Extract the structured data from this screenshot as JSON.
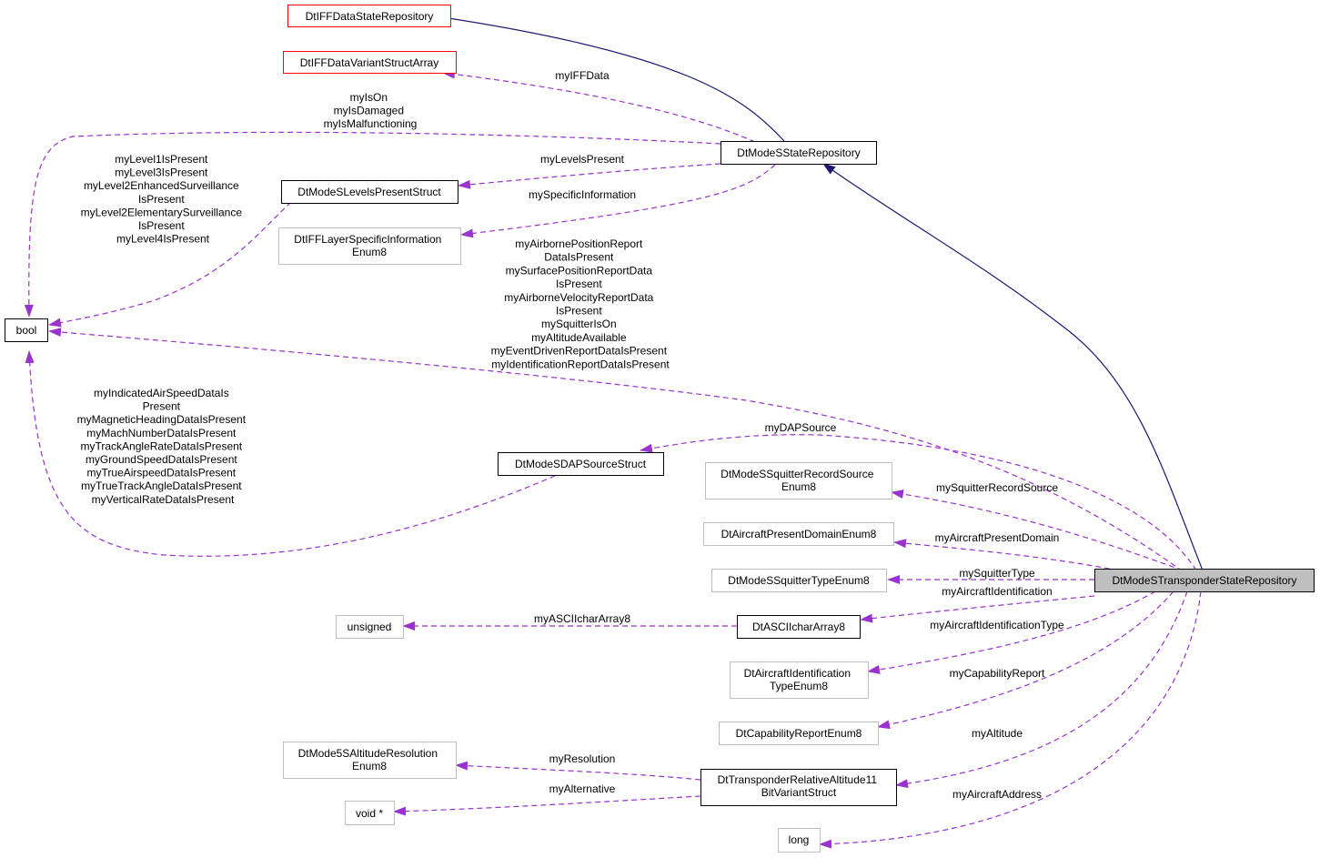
{
  "diagram": {
    "colors": {
      "inheritance_edge": "#191970",
      "usage_edge": "#9a32cd",
      "focus_fill": "#bfbfbf",
      "undocumented_border": "#ff0000",
      "external_border": "#bfbfbf"
    },
    "nodes": {
      "iff_data_state_repository": {
        "lines": [
          "DtIFFDataStateRepository"
        ],
        "style": "red"
      },
      "iff_data_variant_struct_array": {
        "lines": [
          "DtIFFDataVariantStructArray"
        ],
        "style": "red"
      },
      "mode_s_state_repository": {
        "lines": [
          "DtModeSStateRepository"
        ],
        "style": "black"
      },
      "mode_s_levels_present_struct": {
        "lines": [
          "DtModeSLevelsPresentStruct"
        ],
        "style": "black"
      },
      "iff_layer_specific_info_enum8": {
        "lines": [
          "DtIFFLayerSpecificInformation",
          "Enum8"
        ],
        "style": "gray"
      },
      "bool": {
        "lines": [
          "bool"
        ],
        "style": "black"
      },
      "mode_s_dap_source_struct": {
        "lines": [
          "DtModeSDAPSourceStruct"
        ],
        "style": "black"
      },
      "squitter_record_source_enum8": {
        "lines": [
          "DtModeSSquitterRecordSource",
          "Enum8"
        ],
        "style": "gray"
      },
      "aircraft_present_domain_enum8": {
        "lines": [
          "DtAircraftPresentDomainEnum8"
        ],
        "style": "gray"
      },
      "squitter_type_enum8": {
        "lines": [
          "DtModeSSquitterTypeEnum8"
        ],
        "style": "gray"
      },
      "transponder_state_repository": {
        "lines": [
          "DtModeSTransponderStateRepository"
        ],
        "style": "focus"
      },
      "unsigned": {
        "lines": [
          "unsigned"
        ],
        "style": "gray"
      },
      "ascii_char_array8": {
        "lines": [
          "DtASCIIcharArray8"
        ],
        "style": "black"
      },
      "aircraft_identification_type_enum8": {
        "lines": [
          "DtAircraftIdentification",
          "TypeEnum8"
        ],
        "style": "gray"
      },
      "capability_report_enum8": {
        "lines": [
          "DtCapabilityReportEnum8"
        ],
        "style": "gray"
      },
      "altitude_resolution_enum8": {
        "lines": [
          "DtMode5SAltitudeResolution",
          "Enum8"
        ],
        "style": "gray"
      },
      "transponder_relative_altitude": {
        "lines": [
          "DtTransponderRelativeAltitude11",
          "BitVariantStruct"
        ],
        "style": "black"
      },
      "void_ptr": {
        "lines": [
          "void *"
        ],
        "style": "gray"
      },
      "long": {
        "lines": [
          "long"
        ],
        "style": "gray"
      }
    },
    "edge_labels": {
      "my_iff_data": [
        "myIFFData"
      ],
      "state_repo_bools": [
        "myIsOn",
        "myIsDamaged",
        "myIsMalfunctioning"
      ],
      "my_levels_present": [
        "myLevelsPresent"
      ],
      "my_specific_information": [
        "mySpecificInformation"
      ],
      "levels_bools": [
        "myLevel1IsPresent",
        "myLevel3IsPresent",
        "myLevel2EnhancedSurveillance",
        "IsPresent",
        "myLevel2ElementarySurveillance",
        "IsPresent",
        "myLevel4IsPresent"
      ],
      "transponder_bools": [
        "myAirbornePositionReport",
        "DataIsPresent",
        "mySurfacePositionReportData",
        "IsPresent",
        "myAirborneVelocityReportData",
        "IsPresent",
        "mySquitterIsOn",
        "myAltitudeAvailable",
        "myEventDrivenReportDataIsPresent",
        "myIdentificationReportDataIsPresent"
      ],
      "dap_bools": [
        "myIndicatedAirSpeedDataIs",
        "Present",
        "myMagneticHeadingDataIsPresent",
        "myMachNumberDataIsPresent",
        "myTrackAngleRateDataIsPresent",
        "myGroundSpeedDataIsPresent",
        "myTrueAirspeedDataIsPresent",
        "myTrueTrackAngleDataIsPresent",
        "myVerticalRateDataIsPresent"
      ],
      "my_dap_source": [
        "myDAPSource"
      ],
      "my_squitter_record_source": [
        "mySquitterRecordSource"
      ],
      "my_aircraft_present_domain": [
        "myAircraftPresentDomain"
      ],
      "my_squitter_type": [
        "mySquitterType"
      ],
      "my_aircraft_identification": [
        "myAircraftIdentification"
      ],
      "my_ascii_char_array8": [
        "myASCIIcharArray8"
      ],
      "my_aircraft_identification_type": [
        "myAircraftIdentificationType"
      ],
      "my_capability_report": [
        "myCapabilityReport"
      ],
      "my_altitude": [
        "myAltitude"
      ],
      "my_resolution": [
        "myResolution"
      ],
      "my_alternative": [
        "myAlternative"
      ],
      "my_aircraft_address": [
        "myAircraftAddress"
      ]
    }
  }
}
